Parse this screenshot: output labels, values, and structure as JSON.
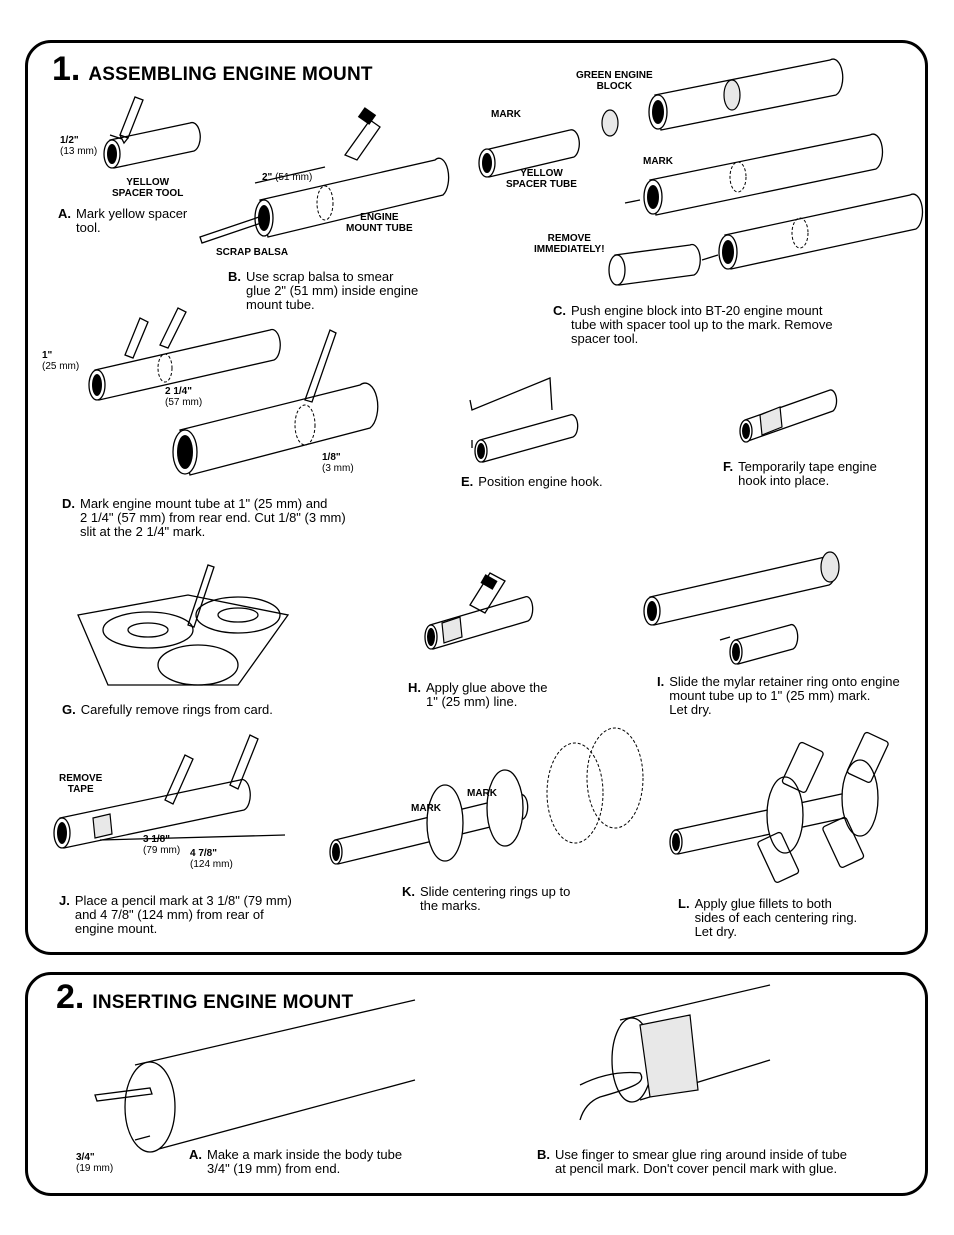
{
  "section1": {
    "number": "1.",
    "title": "ASSEMBLING ENGINE MOUNT",
    "labels": {
      "yellow_spacer_tool": "YELLOW\nSPACER TOOL",
      "scrap_balsa": "SCRAP BALSA",
      "engine_mount_tube": "ENGINE\nMOUNT TUBE",
      "green_engine_block": "GREEN ENGINE\nBLOCK",
      "mark_c1": "MARK",
      "yellow_spacer_tube": "YELLOW\nSPACER TUBE",
      "mark_c2": "MARK",
      "remove_immediately": "REMOVE\nIMMEDIATELY!",
      "remove_tape": "REMOVE\nTAPE",
      "mark_k1": "MARK",
      "mark_k2": "MARK"
    },
    "dims": {
      "a_half": "1/2\"",
      "a_half_mm": "(13 mm)",
      "b_two": "2\"",
      "b_two_mm": "(51 mm)",
      "d_one": "1\"",
      "d_one_mm": "(25 mm)",
      "d_two": "2 1/4\"",
      "d_two_mm": "(57 mm)",
      "d_slit": "1/8\"",
      "d_slit_mm": "(3 mm)",
      "j_one": "3 1/8\"",
      "j_one_mm": "(79 mm)",
      "j_two": "4 7/8\"",
      "j_two_mm": "(124 mm)"
    },
    "steps": {
      "a": {
        "letter": "A.",
        "text": "Mark yellow spacer\ntool."
      },
      "b": {
        "letter": "B.",
        "text": "Use scrap balsa to smear\nglue 2\" (51 mm) inside engine\nmount tube."
      },
      "c": {
        "letter": "C.",
        "text": "Push engine block into BT-20 engine mount\ntube with spacer tool up to the mark. Remove\nspacer tool."
      },
      "d": {
        "letter": "D.",
        "text": "Mark engine mount tube at 1\" (25 mm) and\n2 1/4\" (57 mm) from rear end. Cut 1/8\" (3 mm)\nslit at the 2 1/4\" mark."
      },
      "e": {
        "letter": "E.",
        "text": "Position engine hook."
      },
      "f": {
        "letter": "F.",
        "text": "Temporarily tape engine\nhook into place."
      },
      "g": {
        "letter": "G.",
        "text": "Carefully remove rings from card."
      },
      "h": {
        "letter": "H.",
        "text": "Apply glue above the\n1\" (25 mm) line."
      },
      "i": {
        "letter": "I.",
        "text": "Slide the mylar retainer ring onto engine\nmount tube up to 1\" (25 mm) mark.\nLet dry."
      },
      "j": {
        "letter": "J.",
        "text": "Place a pencil mark at 3 1/8\" (79 mm)\nand 4 7/8\" (124 mm) from rear of\nengine mount."
      },
      "k": {
        "letter": "K.",
        "text": "Slide centering rings up to\nthe marks."
      },
      "l": {
        "letter": "L.",
        "text": "Apply glue fillets to both\nsides of each centering ring.\nLet dry."
      }
    }
  },
  "section2": {
    "number": "2.",
    "title": "INSERTING ENGINE MOUNT",
    "dims": {
      "a_dim": "3/4\"",
      "a_dim_mm": "(19 mm)"
    },
    "steps": {
      "a": {
        "letter": "A.",
        "text": "Make a mark inside the body tube\n3/4\" (19 mm) from end."
      },
      "b": {
        "letter": "B.",
        "text": "Use finger to smear glue ring around inside of tube\nat pencil mark. Don't cover pencil mark with glue."
      }
    }
  }
}
